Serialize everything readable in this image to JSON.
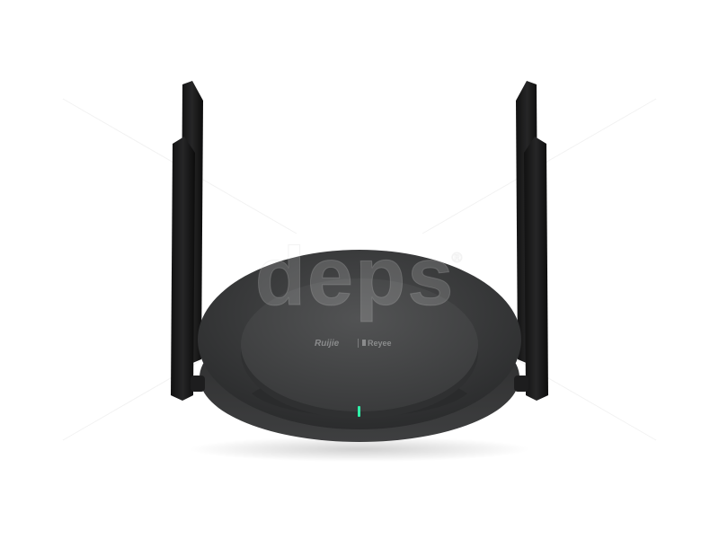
{
  "watermark": {
    "text": "deps",
    "registered_mark": "®"
  },
  "router": {
    "brand_logo": "Ruijie",
    "sub_brand_logo": "Reyee",
    "body_color": "#3a3a3b",
    "top_color": "#464748",
    "antenna_color": "#1a1a1b",
    "status_led_color": "#2ff0a8"
  }
}
